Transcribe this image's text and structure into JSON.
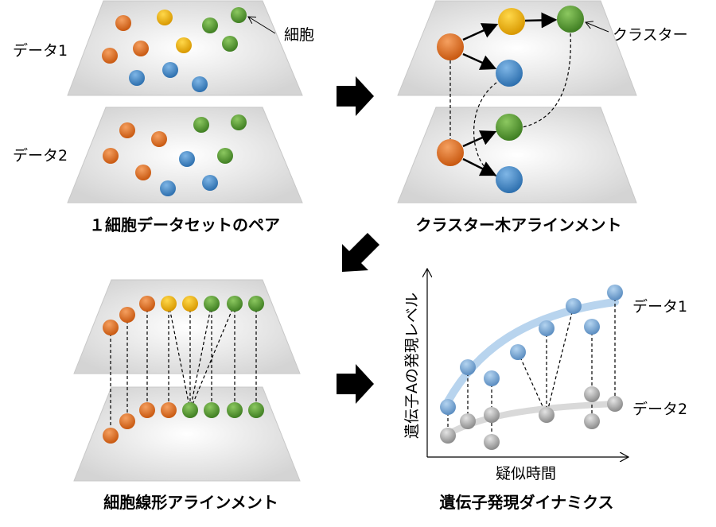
{
  "panels": {
    "pair": {
      "caption": "１細胞データセットのペア",
      "data1_label": "データ1",
      "data2_label": "データ2",
      "cell_label": "細胞"
    },
    "cluster_tree": {
      "caption": "クラスター木アラインメント",
      "cluster_label": "クラスター"
    },
    "cell_linear": {
      "caption": "細胞線形アラインメント"
    },
    "gene_dynamics": {
      "caption": "遺伝子発現ダイナミクス",
      "ylabel": "遺伝子Aの発現レベル",
      "xlabel": "疑似時間",
      "series1_label": "データ1",
      "series2_label": "データ2"
    }
  },
  "colors": {
    "orange": "#e8702a",
    "yellow": "#f5b800",
    "green": "#5a9e34",
    "blue": "#3f86c8",
    "gray": "#9e9e9e",
    "trend1": "#b8d4ee",
    "trend2": "#d9d9d9"
  }
}
